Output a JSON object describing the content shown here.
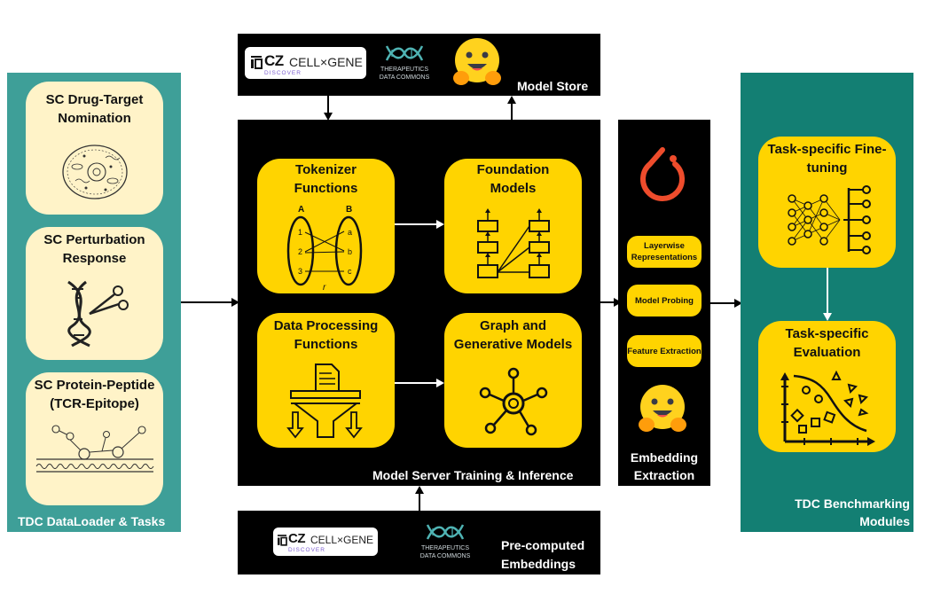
{
  "left_panel": {
    "footer": "TDC DataLoader & Tasks",
    "tasks": [
      {
        "label": "SC Drug-Target Nomination",
        "icon": "cell-icon"
      },
      {
        "label": "SC Perturbation Response",
        "icon": "dna-scissors-icon"
      },
      {
        "label": "SC Protein-Peptide (TCR-Epitope)",
        "icon": "membrane-receptor-icon"
      }
    ]
  },
  "model_store": {
    "label": "Model Store",
    "logos": {
      "cz": "CZ",
      "cellgene": "CELL×GENE",
      "discover": "DISCOVER",
      "tdc": "THERAPEUTICS DATA COMMONS",
      "tdc_top": "THERAPEUTICS",
      "tdc_bottom": "DATA COMMONS"
    }
  },
  "model_server": {
    "label": "Model Server Training & Inference",
    "boxes": [
      {
        "label": "Tokenizer Functions",
        "line1": "Tokenizer",
        "line2": "Functions",
        "icon": "bipartite-mapping-icon"
      },
      {
        "label": "Foundation Models",
        "line1": "Foundation",
        "line2": "Models",
        "icon": "layer-stack-icon"
      },
      {
        "label": "Data Processing Functions",
        "line1": "Data Processing",
        "line2": "Functions",
        "icon": "funnel-icon"
      },
      {
        "label": "Graph and Generative Models",
        "line1": "Graph and",
        "line2": "Generative Models",
        "icon": "graph-hub-icon"
      }
    ],
    "mapping": {
      "set_a": "A",
      "set_b": "B",
      "a_items": [
        "1",
        "2",
        "3"
      ],
      "b_items": [
        "a",
        "b",
        "c"
      ],
      "relation": "r"
    }
  },
  "embedding_extraction": {
    "label_line1": "Embedding",
    "label_line2": "Extraction",
    "methods": [
      "Layerwise Representations",
      "Model Probing",
      "Feature Extraction"
    ]
  },
  "precomputed": {
    "label_line1": "Pre-computed",
    "label_line2": "Embeddings"
  },
  "right_panel": {
    "footer_line1": "TDC Benchmarking",
    "footer_line2": "Modules",
    "boxes": [
      {
        "label": "Task-specific Fine-tuning",
        "line1": "Task-specific Fine-",
        "line2": "tuning",
        "icon": "neural-network-icon"
      },
      {
        "label": "Task-specific Evaluation",
        "line1": "Task-specific",
        "line2": "Evaluation",
        "icon": "scatter-classifier-icon"
      }
    ]
  },
  "colors": {
    "teal_left": "#3e9f98",
    "teal_right": "#137f73",
    "yellow": "#ffd400",
    "cream": "#fff3c8",
    "pytorch": "#ee4c2c",
    "hf": "#ffd21e"
  }
}
